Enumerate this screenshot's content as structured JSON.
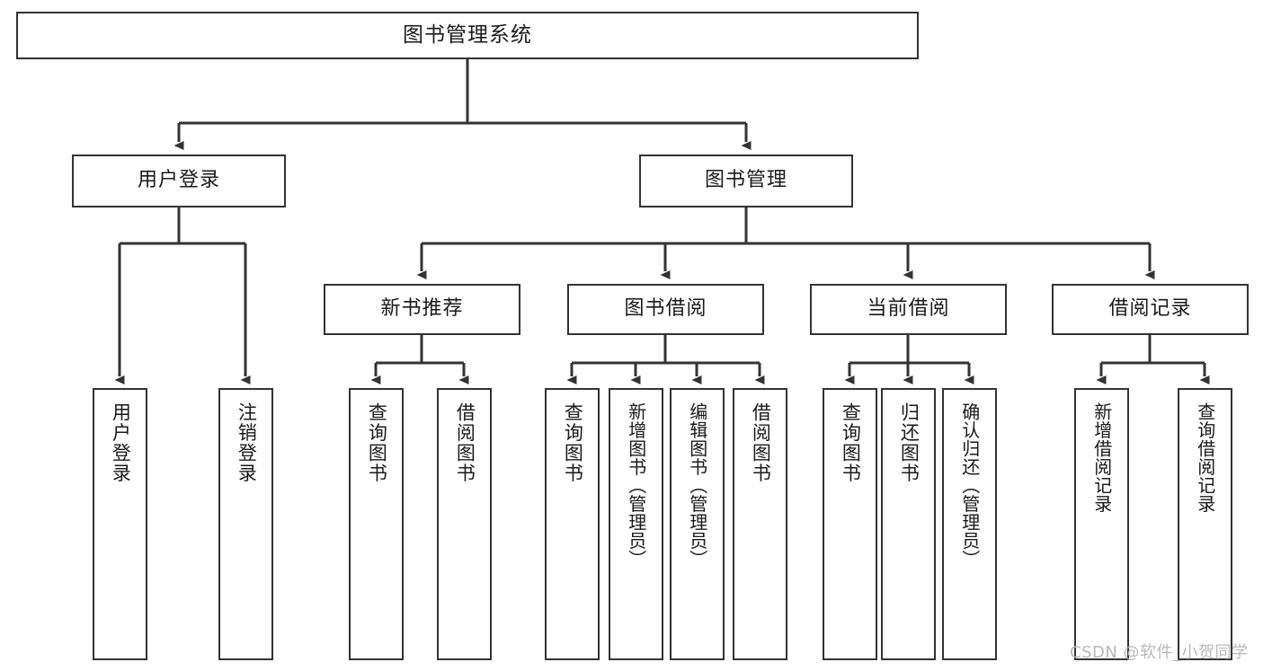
{
  "diagram": {
    "type": "tree",
    "title": "图书管理系统",
    "watermark": "CSDN @软件_小贺同学",
    "colors": {
      "stroke": "#333333",
      "fill": "#ffffff",
      "text": "#1a1a1a",
      "watermark": "#b9b9b9"
    },
    "nodes": {
      "root": {
        "label": "图书管理系统"
      },
      "level2": [
        {
          "label": "用户登录"
        },
        {
          "label": "图书管理"
        }
      ],
      "level3": [
        {
          "label": "新书推荐"
        },
        {
          "label": "图书借阅"
        },
        {
          "label": "当前借阅"
        },
        {
          "label": "借阅记录"
        }
      ],
      "leaves": [
        {
          "label": "用户登录"
        },
        {
          "label": "注销登录"
        },
        {
          "label": "查询图书"
        },
        {
          "label": "借阅图书"
        },
        {
          "label": "查询图书"
        },
        {
          "label": "新增图书（管理员）"
        },
        {
          "label": "编辑图书（管理员）"
        },
        {
          "label": "借阅图书"
        },
        {
          "label": "查询图书"
        },
        {
          "label": "归还图书"
        },
        {
          "label": "确认归还（管理员）"
        },
        {
          "label": "新增借阅记录"
        },
        {
          "label": "查询借阅记录"
        }
      ]
    }
  }
}
